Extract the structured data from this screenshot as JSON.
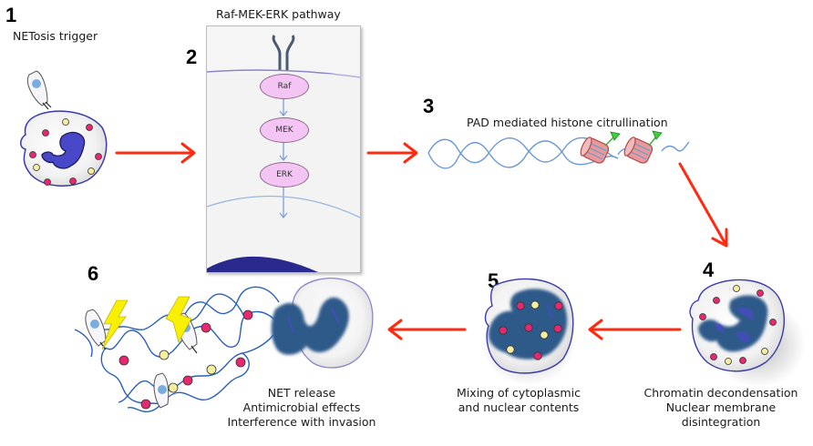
{
  "title": "NETosis process",
  "colors": {
    "arrow": "#ff2a10",
    "membrane": "#3a3aa8",
    "nucleus": "#4a4ac8",
    "chromatin": "#2d5a8a",
    "granule_red": "#e8286e",
    "granule_yellow": "#f4eea0",
    "dna_strand": "#6a9ad4",
    "kinase_fill": "#f4c4f4",
    "histone": "#e89a9a",
    "citrulline": "#40d040",
    "lightning": "#f8f000"
  },
  "steps": [
    {
      "number": "1",
      "caption": [
        "NETosis trigger"
      ]
    },
    {
      "number": "2",
      "caption": [
        "Raf-MEK-ERK pathway"
      ],
      "cascade": [
        "Raf",
        "MEK",
        "ERK"
      ]
    },
    {
      "number": "3",
      "caption": [
        "PAD mediated histone citrullination"
      ]
    },
    {
      "number": "4",
      "caption": [
        "Chromatin decondensation",
        "Nuclear membrane",
        "disintegration"
      ]
    },
    {
      "number": "5",
      "caption": [
        "Mixing of cytoplasmic",
        "and nuclear contents"
      ]
    },
    {
      "number": "6",
      "caption": [
        "NET release",
        "Antimicrobial effects",
        "Interference with invasion"
      ]
    }
  ],
  "flow": [
    "1→2",
    "2→3",
    "3→4",
    "4→5",
    "5→6"
  ]
}
